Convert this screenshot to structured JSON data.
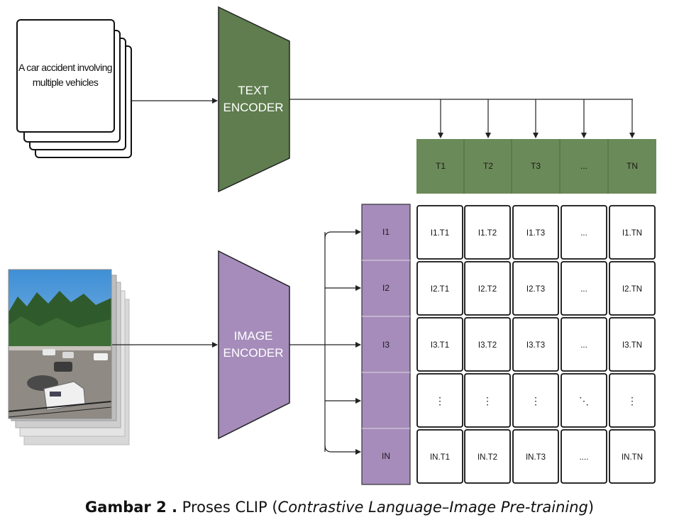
{
  "text_input": {
    "line1": "A car accident involving",
    "line2": "multiple vehicles"
  },
  "text_encoder": {
    "line1": "TEXT",
    "line2": "ENCODER"
  },
  "image_encoder": {
    "line1": "IMAGE",
    "line2": "ENCODER"
  },
  "text_embeddings": [
    "T1",
    "T2",
    "T3",
    "...",
    "TN"
  ],
  "image_embeddings": [
    "I1",
    "I2",
    "I3",
    "",
    "IN"
  ],
  "matrix": [
    [
      "I1.T1",
      "I1.T2",
      "I1.T3",
      "...",
      "I1.TN"
    ],
    [
      "I2.T1",
      "I2.T2",
      "I2.T3",
      "...",
      "I2.TN"
    ],
    [
      "I3.T1",
      "I3.T2",
      "I3.T3",
      "...",
      "I3.TN"
    ],
    [
      "⋮",
      "⋮",
      "⋮",
      "⋱",
      "⋮"
    ],
    [
      "IN.T1",
      "IN.T2",
      "IN.T3",
      "....",
      "IN.TN"
    ]
  ],
  "caption": {
    "label": "Gambar 2 .",
    "text": "Proses CLIP (",
    "italic": "Contrastive Language–Image Pre-training",
    "close": ")"
  },
  "colors": {
    "text_encoder": "#5f7d4e",
    "image_encoder": "#a68cbb",
    "text_embedding": "#6b8a59",
    "image_embedding": "#a68cbb"
  }
}
